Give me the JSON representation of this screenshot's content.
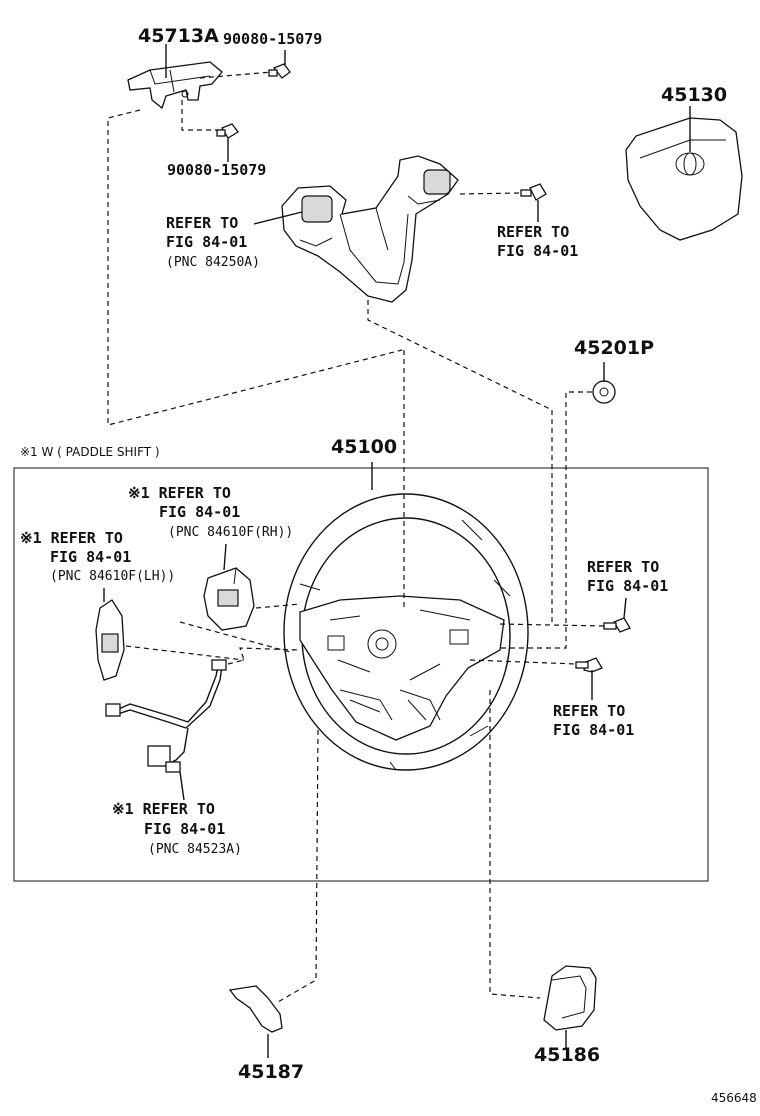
{
  "parts": {
    "p45713A": "45713A",
    "p90080_top": "90080-15079",
    "p90080_mid": "90080-15079",
    "p45130": "45130",
    "p45201P": "45201P",
    "p45100": "45100",
    "p45187": "45187",
    "p45186": "45186"
  },
  "refs": {
    "r_switch_l1": "REFER TO",
    "r_switch_l2": "FIG 84-01",
    "r_switch_l3": "(PNC 84250A)",
    "r_screw_top_l1": "REFER TO",
    "r_screw_top_l2": "FIG 84-01",
    "r_rh_l1": "※1 REFER TO",
    "r_rh_l2": "FIG 84-01",
    "r_rh_l3": "(PNC 84610F(RH))",
    "r_lh_l1": "※1 REFER TO",
    "r_lh_l2": "FIG 84-01",
    "r_lh_l3": "(PNC 84610F(LH))",
    "r_right1_l1": "REFER TO",
    "r_right1_l2": "FIG 84-01",
    "r_right2_l1": "REFER TO",
    "r_right2_l2": "FIG 84-01",
    "r_wire_l1": "※1 REFER TO",
    "r_wire_l2": "FIG 84-01",
    "r_wire_l3": "(PNC 84523A)"
  },
  "box_note": "※1 W ( PADDLE SHIFT )",
  "figure_id": "456648"
}
